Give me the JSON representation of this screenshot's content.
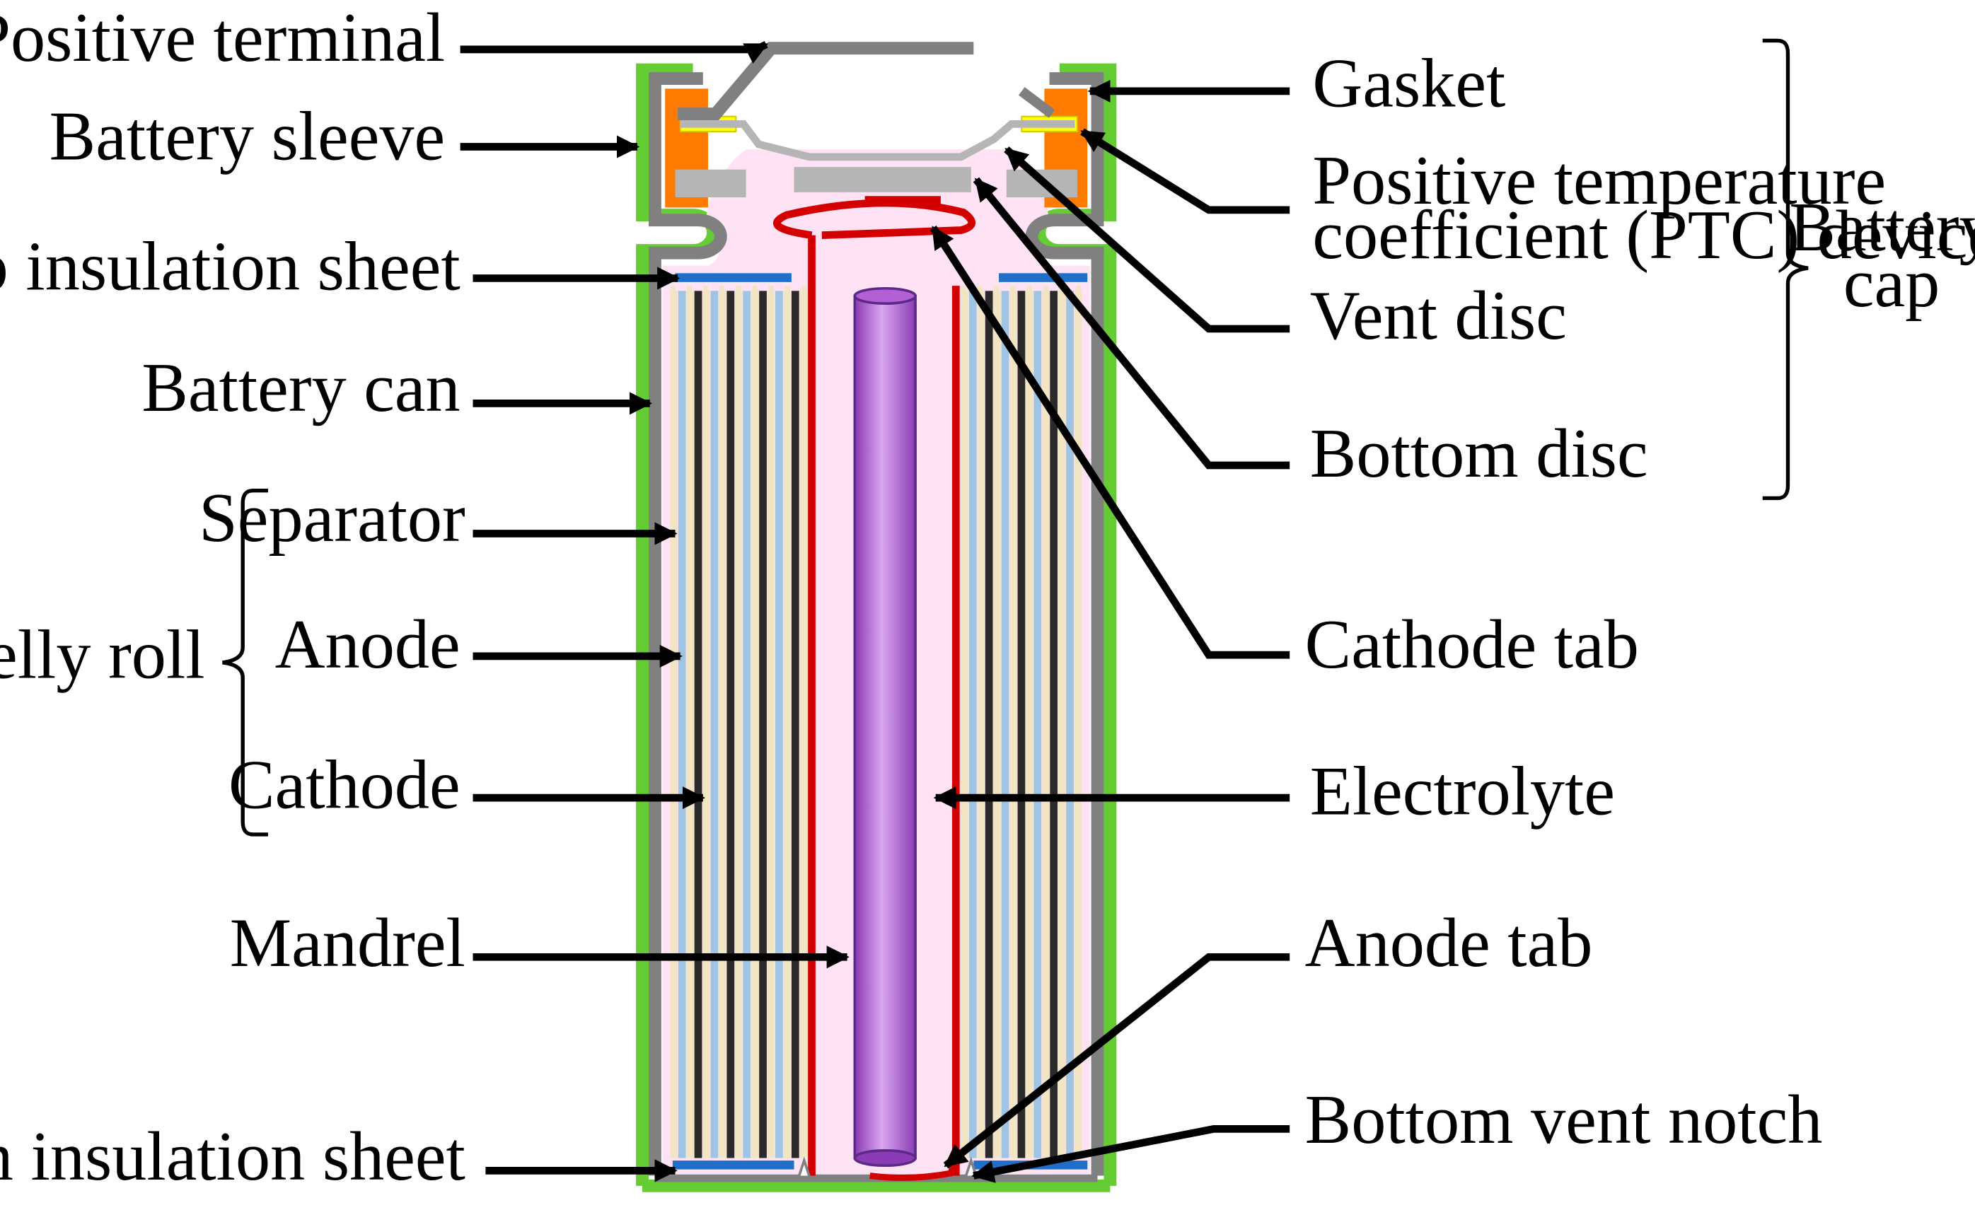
{
  "labels": {
    "positive_terminal": "Positive terminal",
    "battery_sleeve": "Battery sleeve",
    "top_insulation_sheet": "Top insulation sheet",
    "battery_can": "Battery can",
    "separator": "Separator",
    "anode": "Anode",
    "cathode": "Cathode",
    "jelly_roll": "Jelly roll",
    "mandrel": "Mandrel",
    "bottom_insulation_sheet": "Bottom insulation sheet",
    "gasket": "Gasket",
    "ptc_line1": "Positive temperature",
    "ptc_line2": "coefficient (PTC) device",
    "vent_disc": "Vent disc",
    "bottom_disc": "Bottom disc",
    "battery_cap_line1": "Battery",
    "battery_cap_line2": "cap",
    "cathode_tab": "Cathode tab",
    "electrolyte": "Electrolyte",
    "anode_tab": "Anode tab",
    "bottom_vent_notch": "Bottom vent notch"
  },
  "colors": {
    "outer_sleeve": "#66cc33",
    "can": "#808080",
    "gasket": "#ff7a00",
    "ptc": "#ffff00",
    "electrolyte": "#ffe2f4",
    "insulation": "#1f6fc8",
    "separator_layer": "#f1e5c3",
    "anode_layer": "#9fc4e4",
    "cathode_layer": "#2a2a2a",
    "tab": "#d40000",
    "mandrel": "#b35fd6",
    "disc": "#b5b5b5"
  }
}
